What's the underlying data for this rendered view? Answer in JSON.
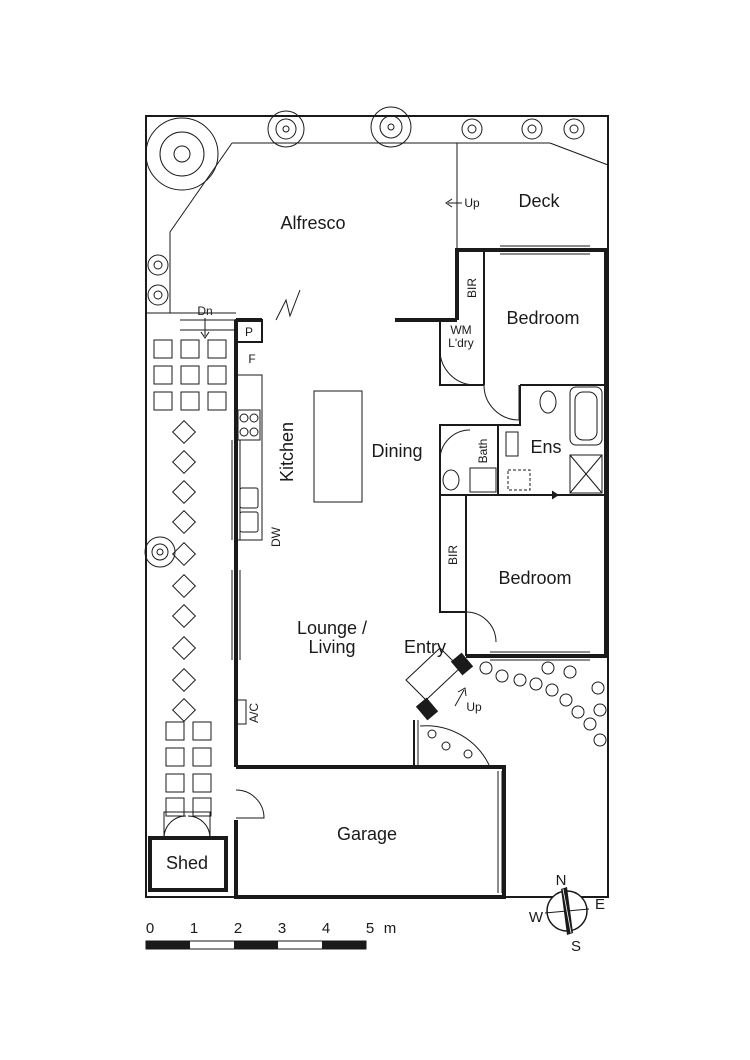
{
  "rooms": {
    "alfresco": "Alfresco",
    "deck": "Deck",
    "bedroom_top": "Bedroom",
    "bir_top": "BIR",
    "wm": "WM",
    "ldry": "L'dry",
    "ens": "Ens",
    "bath": "Bath",
    "dining": "Dining",
    "kitchen": "Kitchen",
    "bir_bottom": "BIR",
    "bedroom_bottom": "Bedroom",
    "lounge_line1": "Lounge /",
    "lounge_line2": "Living",
    "entry": "Entry",
    "garage": "Garage",
    "shed": "Shed"
  },
  "fixtures": {
    "pantry": "P",
    "fridge": "F",
    "dishwasher": "DW",
    "aircon": "A/C"
  },
  "stairs": {
    "deck_up": "Up",
    "entry_up": "Up",
    "side_dn": "Dn"
  },
  "scale": {
    "ticks": [
      "0",
      "1",
      "2",
      "3",
      "4",
      "5"
    ],
    "unit": "m"
  },
  "compass": {
    "n": "N",
    "e": "E",
    "s": "S",
    "w": "W"
  }
}
